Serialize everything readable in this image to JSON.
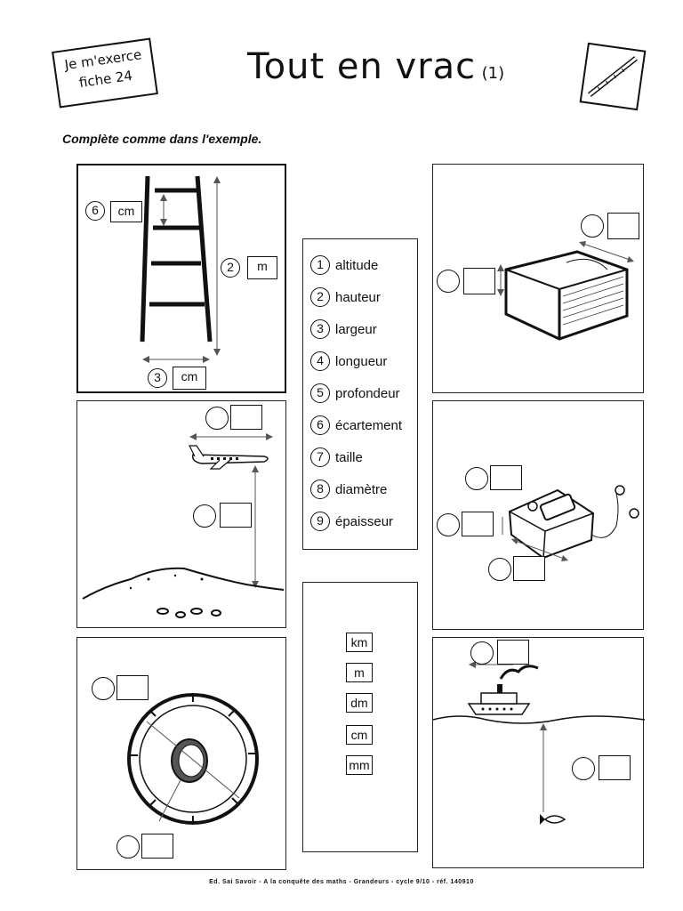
{
  "header": {
    "badge_line1": "Je m'exerce",
    "badge_line2": "fiche 24",
    "title": "Tout en vrac",
    "title_suffix": "(1)"
  },
  "instruction": "Complète comme dans l'exemple.",
  "example": {
    "rung_number": "6",
    "rung_unit": "cm",
    "height_number": "2",
    "height_unit": "m",
    "width_number": "3",
    "width_unit": "cm"
  },
  "legend": {
    "items": [
      {
        "num": "1",
        "label": "altitude"
      },
      {
        "num": "2",
        "label": "hauteur"
      },
      {
        "num": "3",
        "label": "largeur"
      },
      {
        "num": "4",
        "label": "longueur"
      },
      {
        "num": "5",
        "label": "profondeur"
      },
      {
        "num": "6",
        "label": "écartement"
      },
      {
        "num": "7",
        "label": "taille"
      },
      {
        "num": "8",
        "label": "diamètre"
      },
      {
        "num": "9",
        "label": "épaisseur"
      }
    ]
  },
  "units": {
    "items": [
      "km",
      "m",
      "dm",
      "cm",
      "mm"
    ]
  },
  "footer": {
    "text": "Ed. Sai Savoir  -  A la conquête des maths - Grandeurs - cycle 9/10 - réf. 140910"
  }
}
